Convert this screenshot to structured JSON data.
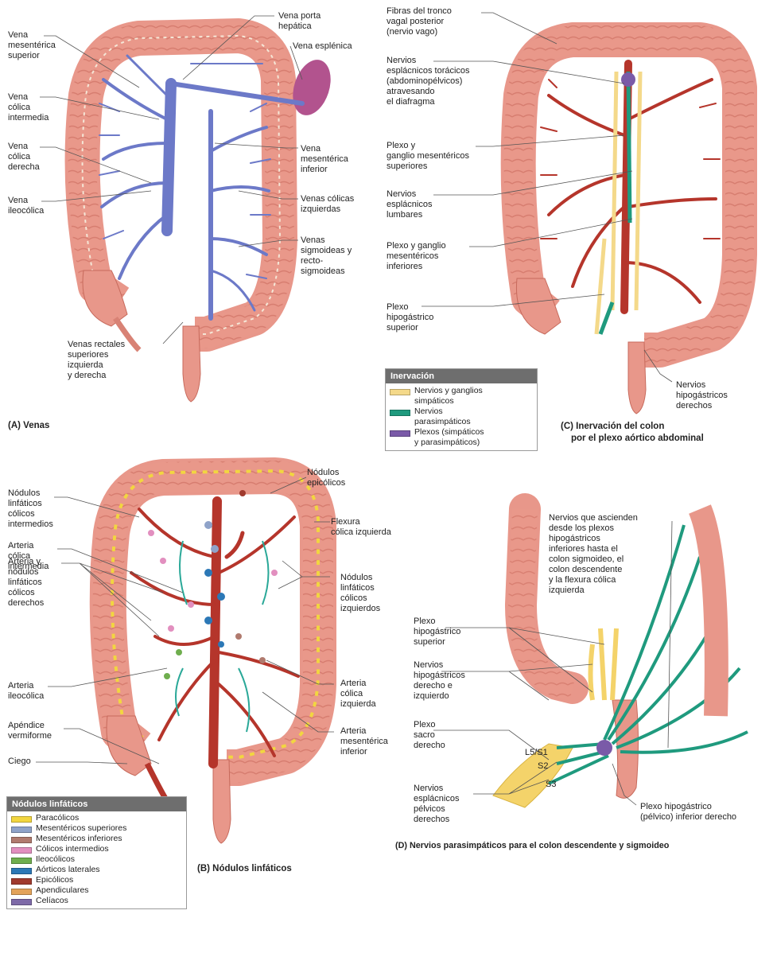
{
  "panelA": {
    "caption": "(A) Venas",
    "labels": {
      "vms": "Vena\nmesentérica\nsuperior",
      "vci": "Vena\ncólica\nintermedia",
      "vcd": "Vena\ncólica\nderecha",
      "vil": "Vena\nileocólica",
      "vrs": "Venas rectales\nsuperiores\nizquierda\ny derecha",
      "vph": "Vena porta\nhepática",
      "ves": "Vena esplénica",
      "vmi": "Vena\nmesentérica\ninferior",
      "vciz": "Venas cólicas\nizquierdas",
      "vsig": "Venas\nsigmoideas y\nrecto-\nsigmoideas"
    }
  },
  "panelB": {
    "caption": "(B) Nódulos linfáticos",
    "labels": {
      "nli": "Nódulos\nlinfáticos\ncólicos\nintermedios",
      "aci": "Arteria\ncólica\nintermedia",
      "anl": "Arteria y\nnódulos\nlinfáticos\ncólicos\nderechos",
      "ail": "Arteria\nileocólica",
      "apv": "Apéndice\nvermiforme",
      "cie": "Ciego",
      "nep": "Nódulos\nepicólicos",
      "fci": "Flexura\ncólica izquierda",
      "nlz": "Nódulos\nlinfáticos\ncólicos\nizquierdos",
      "acz": "Arteria\ncólica\nizquierda",
      "ami": "Arteria\nmesentérica\ninferior"
    },
    "legend": {
      "title": "Nódulos linfáticos",
      "items": [
        {
          "label": "Paracólicos",
          "color": "#f2d640"
        },
        {
          "label": "Mesentéricos superiores",
          "color": "#8fa3c9"
        },
        {
          "label": "Mesentéricos inferiores",
          "color": "#b07a6e"
        },
        {
          "label": "Cólicos intermedios",
          "color": "#e28fbf"
        },
        {
          "label": "Ileocólicos",
          "color": "#6fae4e"
        },
        {
          "label": "Aórticos laterales",
          "color": "#2c78b6"
        },
        {
          "label": "Epicólicos",
          "color": "#a03a2e"
        },
        {
          "label": "Apendiculares",
          "color": "#e3a35a"
        },
        {
          "label": "Celíacos",
          "color": "#7e6aa8"
        }
      ]
    }
  },
  "panelC": {
    "caption_line1": "(C) Inervación del colon",
    "caption_line2": "por el plexo aórtico abdominal",
    "labels": {
      "ftv": "Fibras del tronco\nvagal posterior\n(nervio vago)",
      "net": "Nervios\nesplácnicos torácicos\n(abdominopélvicos)\natravesando\nel diafragma",
      "pgm": "Plexo y\nganglio mesentéricos\nsuperiores",
      "nel": "Nervios\nesplácnicos\nlumbares",
      "pgi": "Plexo y ganglio\nmesentéricos\ninferiores",
      "phs": "Plexo\nhipogástrico\nsuperior",
      "nhd": "Nervios\nhipogástricos\nderechos"
    },
    "legend": {
      "title": "Inervación",
      "items": [
        {
          "label": "Nervios y ganglios\nsimpáticos",
          "color": "#f4d98a"
        },
        {
          "label": "Nervios\nparasimpáticos",
          "color": "#1f9a7e"
        },
        {
          "label": "Plexos (simpáticos\ny parasimpáticos)",
          "color": "#7a5aa8"
        }
      ]
    }
  },
  "panelD": {
    "caption": "(D) Nervios parasimpáticos para el colon descendente y sigmoideo",
    "labels": {
      "nqa": "Nervios que ascienden\ndesde los plexos\nhipogástricos\ninferiores hasta el\ncolon sigmoideo, el\ncolon descendente\ny la flexura cólica\nizquierda",
      "phs": "Plexo\nhipogástrico\nsuperior",
      "nhd": "Nervios\nhipogástricos\nderecho e\nizquierdo",
      "psd": "Plexo\nsacro\nderecho",
      "nep": "Nervios\nesplácnicos\npélvicos\nderechos",
      "l5": "L5/S1",
      "s2": "S2",
      "s3": "S3",
      "phi": "Plexo hipogástrico\n(pélvico) inferior derecho"
    }
  }
}
